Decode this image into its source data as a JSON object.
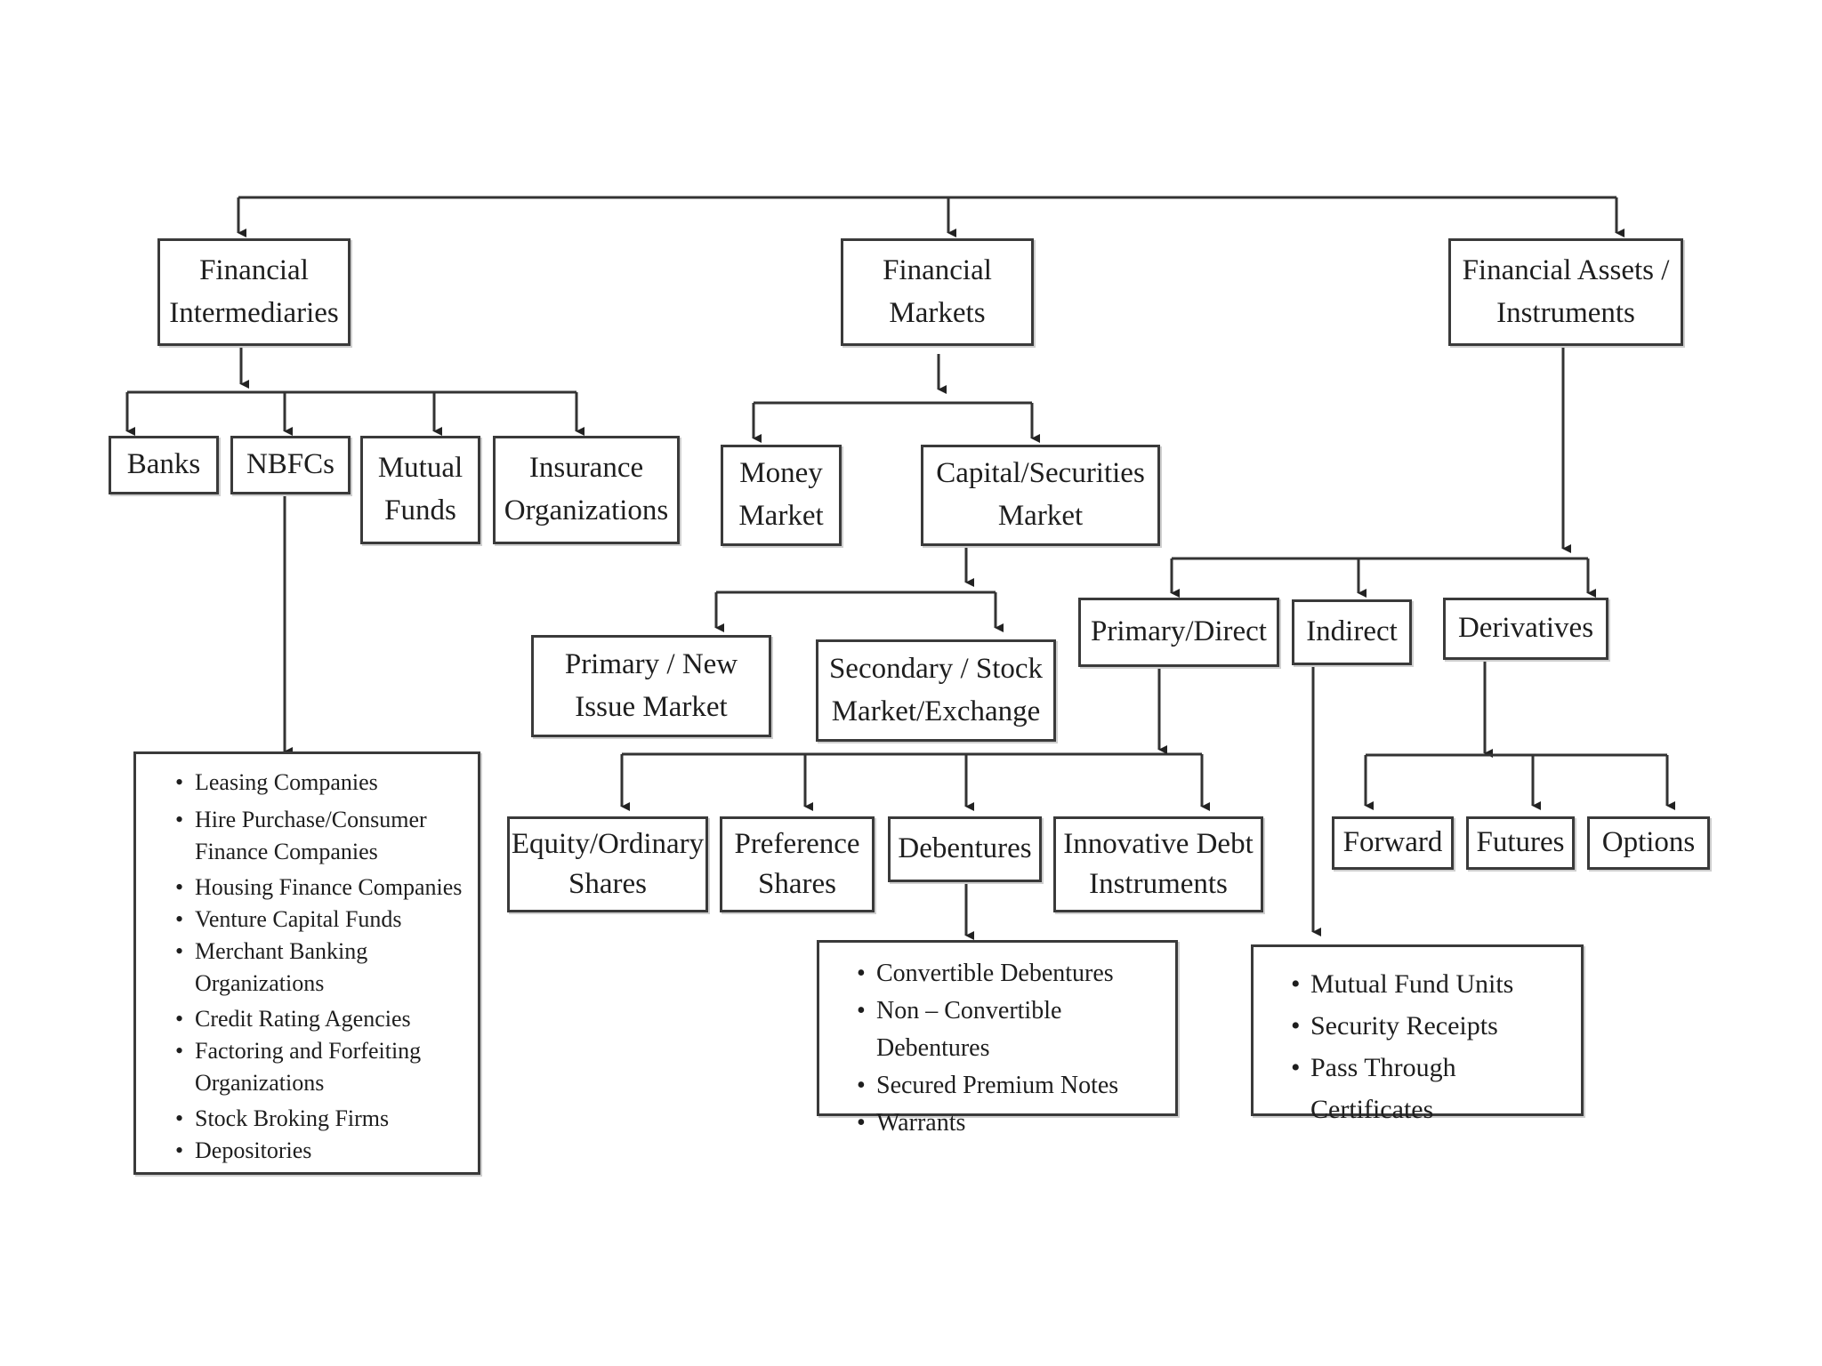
{
  "top_level": {
    "financial_intermediaries": "Financial\nIntermediaries",
    "financial_markets": "Financial\nMarkets",
    "financial_assets": "Financial Assets /\nInstruments"
  },
  "intermediaries": {
    "banks": "Banks",
    "nbfcs": "NBFCs",
    "mutual_funds": "Mutual\nFunds",
    "insurance": "Insurance\nOrganizations",
    "nbfc_list": [
      "Leasing Companies",
      "Hire Purchase/Consumer\nFinance Companies",
      "Housing Finance Companies",
      "Venture Capital Funds",
      "Merchant Banking\nOrganizations",
      "Credit Rating Agencies",
      "Factoring and Forfeiting\nOrganizations",
      "Stock Broking Firms",
      "Depositories"
    ]
  },
  "markets": {
    "money_market": "Money\nMarket",
    "capital_market": "Capital/Securities\nMarket",
    "primary_market": "Primary / New\nIssue Market",
    "secondary_market": "Secondary / Stock\nMarket/Exchange",
    "equity": "Equity/Ordinary\nShares",
    "preference": "Preference\nShares",
    "debentures": "Debentures",
    "innovative": "Innovative Debt\nInstruments",
    "debenture_list": [
      "Convertible Debentures",
      "Non – Convertible Debentures",
      "Secured Premium Notes",
      "Warrants"
    ]
  },
  "assets": {
    "primary_direct": "Primary/Direct",
    "indirect": "Indirect",
    "derivatives": "Derivatives",
    "forward": "Forward",
    "futures": "Futures",
    "options": "Options",
    "indirect_list": [
      "Mutual Fund Units",
      "Security Receipts",
      "Pass Through Certificates"
    ]
  }
}
